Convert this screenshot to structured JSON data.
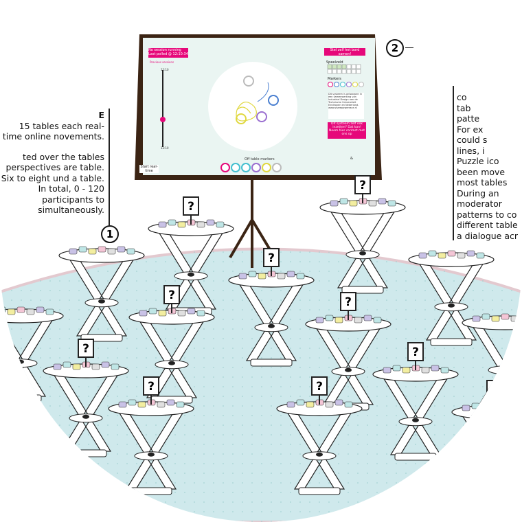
{
  "left_text": {
    "heading": "E",
    "para1": "15 tables each real-time online novements.",
    "para2": "ted over the tables perspectives are table. Six to eight und a table. In total, 0 - 120 participants to simultaneously."
  },
  "right_text": [
    "co",
    "tab",
    "patte",
    "For ex",
    "could s",
    "lines,   i",
    "Puzzle ico",
    "been  move",
    "most tables",
    "During   an",
    "moderator",
    "patterns to co",
    "different table",
    "a dialogue acr"
  ],
  "badges": {
    "one": "1",
    "two": "2"
  },
  "screen": {
    "status": "No session running\nLast polled @ 12:10:34",
    "previous": "Previous sessions",
    "slider_top": "12:10",
    "slider_bottom": "12:10",
    "slider_value": 0.55,
    "start_button": "Start real-time",
    "off_table": "Off table markers",
    "cta_top": "Stel zelf het bord samen!",
    "speelveld": "Speelveld",
    "fields": [
      "1",
      "2",
      "3",
      "4",
      "5",
      "6",
      "7",
      "8",
      "9",
      "10",
      "11",
      "12",
      "13",
      "14"
    ],
    "markers_label": "Markers",
    "info": "Dit systeem is ontworpen in een samenwerking van Industrial Design aan de Technische Universiteit Eindhoven en Nederland. www.sharepowerrace.nl",
    "cta_bottom": "Dit systeem zelf ook inzetten? Dat kan! Neem hier contact met ons op",
    "amp": "&"
  },
  "sign_text": "?",
  "colors": {
    "pink": "#e6087a",
    "floor": "#cfe9ec",
    "frame": "#3b2414"
  }
}
